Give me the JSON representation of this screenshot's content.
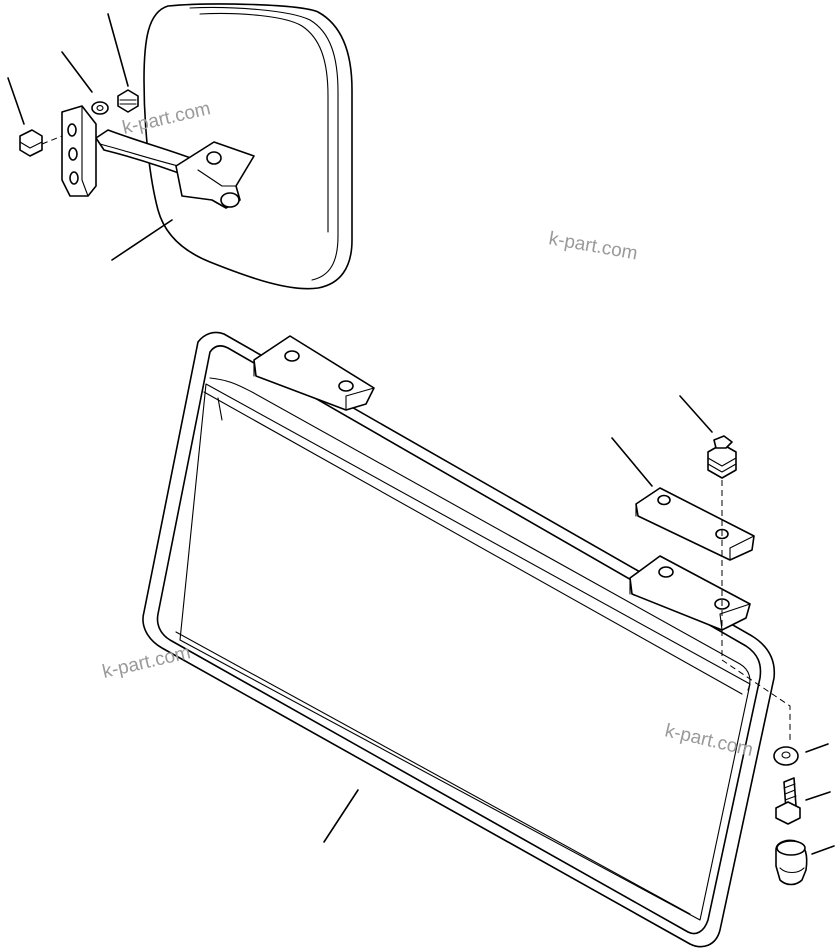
{
  "watermarks": [
    "k-part.com",
    "k-part.com",
    "k-part.com",
    "k-part.com"
  ],
  "line_color": "#000000",
  "watermark_color": "#9a9a9a"
}
